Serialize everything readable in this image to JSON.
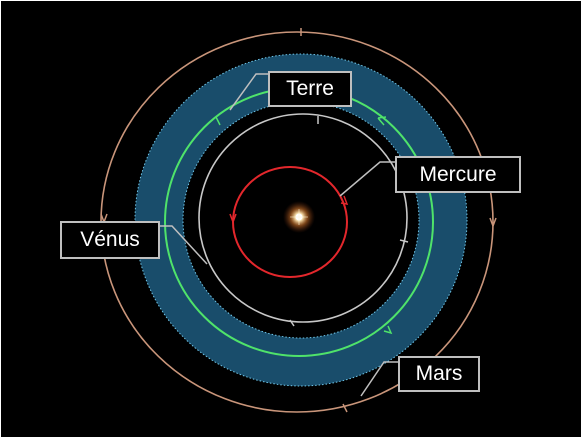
{
  "labels": {
    "terre": "Terre",
    "mercure": "Mercure",
    "venus": "Vénus",
    "mars": "Mars"
  },
  "colors": {
    "background": "#000000",
    "frame": "#ffffff",
    "mercury_orbit": "#e3272c",
    "venus_orbit": "#c8c8c8",
    "earth_orbit": "#4fe36a",
    "habitable_zone": "#1d5a7e",
    "habitable_zone_edge": "#6fc6e8",
    "mars_orbit": "#c9957a",
    "sun": "#fff3d6",
    "label_border": "#bfbfbf",
    "label_text": "#ffffff",
    "leader_line": "#bfbfbf"
  }
}
